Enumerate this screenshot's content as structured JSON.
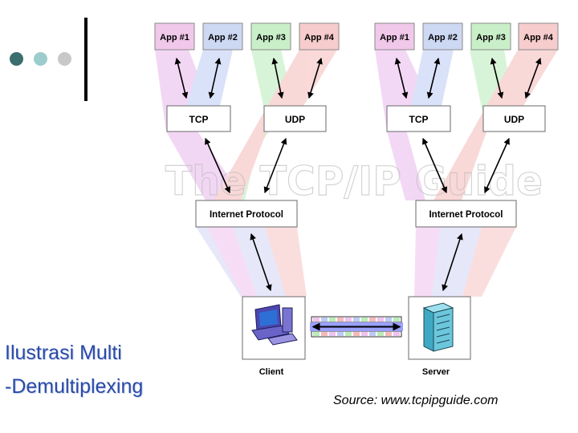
{
  "slide": {
    "title_line1": "Ilustrasi Multi",
    "title_line2": "-Demultiplexing",
    "source": "Source: www.tcpipguide.com"
  },
  "decor": {
    "dot_colors": [
      "#3b6e6e",
      "#9ccccc",
      "#c8c8c8"
    ]
  },
  "diagram": {
    "watermark": "The TCP/IP Guide",
    "client": {
      "apps": [
        "App #1",
        "App #2",
        "App #3",
        "App #4"
      ],
      "tcp": "TCP",
      "udp": "UDP",
      "ip": "Internet Protocol",
      "label": "Client"
    },
    "server": {
      "apps": [
        "App #1",
        "App #2",
        "App #3",
        "App #4"
      ],
      "tcp": "TCP",
      "udp": "UDP",
      "ip": "Internet Protocol",
      "label": "Server"
    },
    "colors": {
      "app1": "#f0c8ea",
      "app2": "#cdd8f3",
      "app3": "#c9efc9",
      "app4": "#f7cccc",
      "flow1": "#e9b8ec",
      "flow2": "#bccbf5",
      "flow3": "#b9ecb9",
      "flow4": "#f5b9b9"
    }
  }
}
